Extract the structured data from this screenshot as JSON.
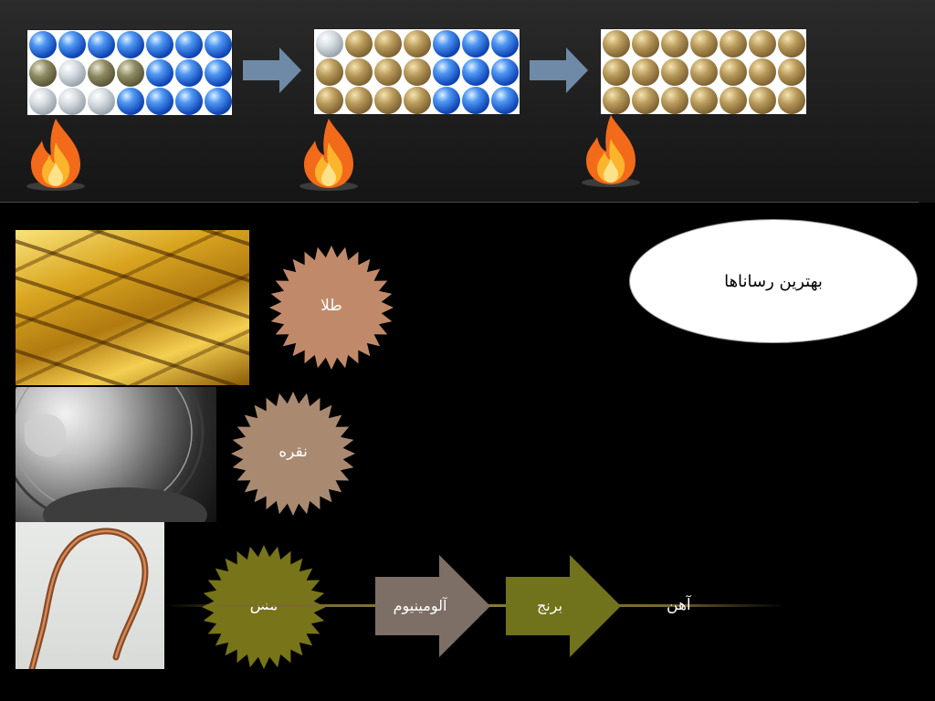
{
  "slide": {
    "callout_text": "بهترین رساناها",
    "metals": {
      "gold": "طلا",
      "silver": "نقره",
      "copper": "مس",
      "aluminium": "آلومینیوم",
      "brass": "برنج",
      "iron": "آهن"
    },
    "colors": {
      "gold_burst": "#c08a6a",
      "silver_burst": "#a98a70",
      "copper_burst": "#77741a",
      "aluminium_arrow": "#7d6f66",
      "brass_arrow": "#70731b",
      "process_arrow": "#6f8aa6"
    }
  },
  "atom_grids": [
    {
      "rows": [
        [
          "blue",
          "blue",
          "blue",
          "blue",
          "blue",
          "blue",
          "blue"
        ],
        [
          "olive",
          "silver",
          "olive",
          "olive",
          "blue",
          "blue",
          "blue"
        ],
        [
          "silver",
          "silver",
          "silver",
          "blue",
          "blue",
          "blue",
          "blue"
        ]
      ]
    },
    {
      "rows": [
        [
          "silver",
          "gold",
          "gold",
          "gold",
          "blue",
          "blue",
          "blue"
        ],
        [
          "gold",
          "gold",
          "gold",
          "gold",
          "blue",
          "blue",
          "blue"
        ],
        [
          "gold",
          "gold",
          "gold",
          "gold",
          "blue",
          "blue",
          "blue"
        ]
      ]
    },
    {
      "rows": [
        [
          "gold",
          "gold",
          "gold",
          "gold",
          "gold",
          "gold",
          "gold"
        ],
        [
          "gold",
          "gold",
          "gold",
          "gold",
          "gold",
          "gold",
          "gold"
        ],
        [
          "gold",
          "gold",
          "gold",
          "gold",
          "gold",
          "gold",
          "gold"
        ]
      ]
    }
  ]
}
